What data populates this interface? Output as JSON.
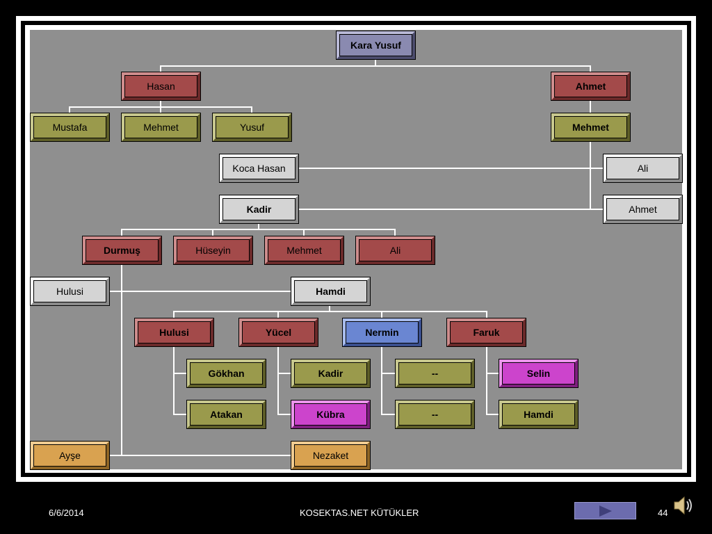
{
  "colors": {
    "purple": "#8a8ab0",
    "red": "#a34a4a",
    "olive": "#9a9a4c",
    "gray": "#d4d4d4",
    "blue": "#6a86d2",
    "magenta": "#cc44cc",
    "orange": "#d9a250",
    "canvas": "#8f8f8f"
  },
  "nodes": {
    "kara_yusuf": "Kara Yusuf",
    "hasan": "Hasan",
    "ahmet": "Ahmet",
    "mustafa": "Mustafa",
    "mehmet_hasan": "Mehmet",
    "yusuf": "Yusuf",
    "mehmet_ahmet": "Mehmet",
    "koca_hasan": "Koca Hasan",
    "ali_top": "Ali",
    "kadir": "Kadir",
    "ahmet_right": "Ahmet",
    "durmus": "Durmuş",
    "huseyin": "Hüseyin",
    "mehmet_kadir": "Mehmet",
    "ali_kadir": "Ali",
    "hulusi_left": "Hulusi",
    "hamdi": "Hamdi",
    "hulusi_child": "Hulusi",
    "yucel": "Yücel",
    "nermin": "Nermin",
    "faruk": "Faruk",
    "gokhan": "Gökhan",
    "atakan": "Atakan",
    "kadir_yucel": "Kadir",
    "kubra": "Kübra",
    "dash1": "--",
    "dash2": "--",
    "selin": "Selin",
    "hamdi_faruk": "Hamdi",
    "ayse": "Ayşe",
    "nezaket": "Nezaket"
  },
  "footer": {
    "date": "6/6/2014",
    "title": "KOSEKTAS.NET KÜTÜKLER",
    "page_number": "44",
    "next_icon": "play-arrow-icon",
    "sound_icon": "speaker-icon"
  }
}
